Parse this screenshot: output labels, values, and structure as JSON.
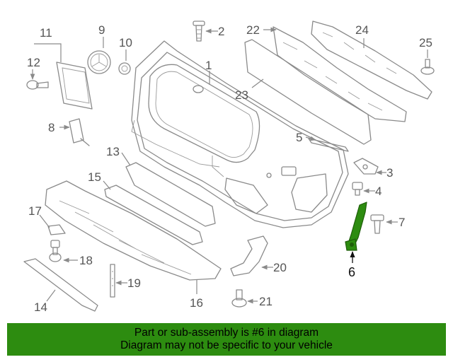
{
  "diagram": {
    "callouts": [
      "1",
      "2",
      "3",
      "4",
      "5",
      "6",
      "7",
      "8",
      "9",
      "10",
      "11",
      "12",
      "13",
      "14",
      "15",
      "16",
      "17",
      "18",
      "19",
      "20",
      "21",
      "22",
      "23",
      "24",
      "25"
    ],
    "highlighted_part": "6",
    "highlight_color": "#2d8c10"
  },
  "banner": {
    "line1": "Part or sub-assembly is #6 in diagram",
    "line2": "Diagram may not be specific to your vehicle",
    "background": "#2d8c10"
  }
}
